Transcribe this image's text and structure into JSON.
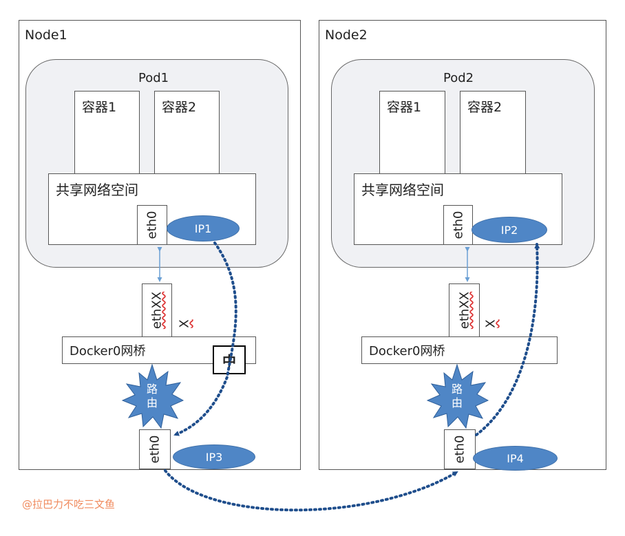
{
  "node1": {
    "title": "Node1",
    "pod_title": "Pod1",
    "container1": "容器1",
    "container2": "容器2",
    "net_space": "共享网络空间",
    "pod_eth": "eth0",
    "pod_ip": "IP1",
    "veth": "ethXX",
    "x_mark": "X",
    "bridge": "Docker0网桥",
    "middle_mark": "中",
    "router": "路由",
    "host_eth": "eth0",
    "host_ip": "IP3"
  },
  "node2": {
    "title": "Node2",
    "pod_title": "Pod2",
    "container1": "容器1",
    "container2": "容器2",
    "net_space": "共享网络空间",
    "pod_eth": "eth0",
    "pod_ip": "IP2",
    "veth": "ethXX",
    "x_mark": "X",
    "bridge": "Docker0网桥",
    "router": "路由",
    "host_eth": "eth0",
    "host_ip": "IP4"
  },
  "watermark": "@拉巴力不吃三文鱼",
  "colors": {
    "ip_fill": "#4f86c6",
    "dotted_path": "#1f4e8c",
    "router_fill": "#4f86c6",
    "pod_bg": "#f0f1f4",
    "watermark": "#f08a5d"
  }
}
